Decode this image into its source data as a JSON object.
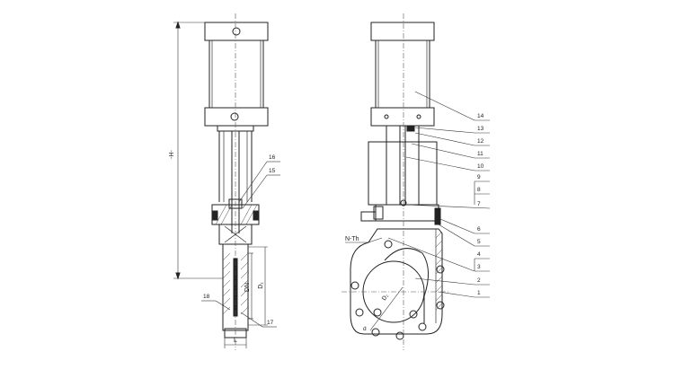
{
  "left_view": {
    "height_label": "-H-",
    "dn_label": "DN",
    "d1_label": "D₁",
    "l_label": "L",
    "callouts": [
      "16",
      "15",
      "18",
      "17"
    ]
  },
  "right_view": {
    "thread_label": "N-Th",
    "d_label": "d",
    "d2_label": "D₂",
    "callouts": [
      "14",
      "13",
      "12",
      "11",
      "10",
      "9",
      "8",
      "7",
      "6",
      "5",
      "4",
      "3",
      "2",
      "1"
    ]
  },
  "colors": {
    "line": "#222222",
    "background": "#ffffff"
  }
}
